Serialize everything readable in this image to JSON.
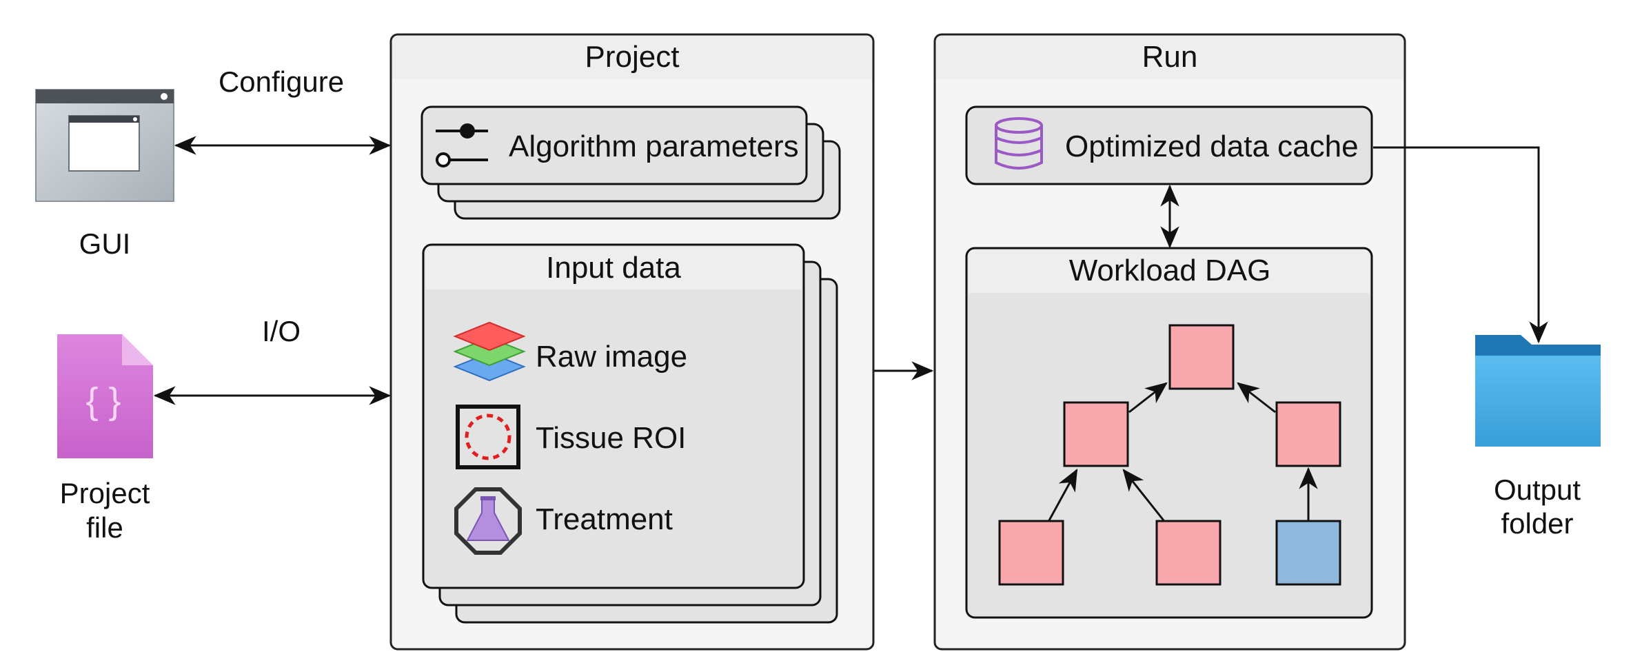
{
  "left": {
    "configure_label": "Configure",
    "gui_label": "GUI",
    "io_label": "I/O",
    "project_file_label_line1": "Project",
    "project_file_label_line2": "file",
    "project_file_glyph": "{ }"
  },
  "project": {
    "title": "Project",
    "algorithm_parameters": "Algorithm parameters",
    "input_data": {
      "title": "Input data",
      "items": [
        {
          "label": "Raw image",
          "icon": "layers-icon"
        },
        {
          "label": "Tissue ROI",
          "icon": "roi-icon"
        },
        {
          "label": "Treatment",
          "icon": "flask-icon"
        }
      ]
    }
  },
  "run": {
    "title": "Run",
    "cache_label": "Optimized data cache",
    "cache_icon": "database-icon",
    "dag_title": "Workload DAG"
  },
  "right": {
    "output_label_line1": "Output",
    "output_label_line2": "folder",
    "output_icon": "folder-icon"
  },
  "colors": {
    "dag_node": "#f8a8ad",
    "dag_node_highlight": "#90b8dc",
    "database_icon": "#9b59c6",
    "project_file_icon": "#d374d6",
    "folder_icon": "#4aaee2"
  }
}
